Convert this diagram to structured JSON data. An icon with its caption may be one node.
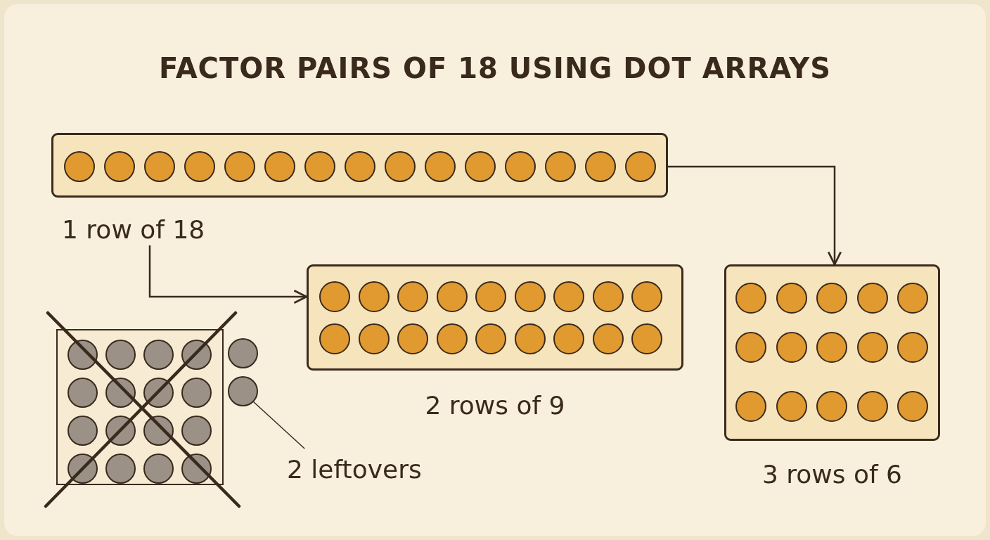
{
  "diagram": {
    "title": "FACTOR PAIRS OF 18 USING DOT ARRAYS",
    "nodes": [
      {
        "text": [
          "1 row of 18"
        ]
      },
      {
        "text": [
          "2 rows of 9"
        ]
      },
      {
        "text": [
          "3 rows of 6"
        ]
      },
      {
        "text": [],
        "shape": "box"
      },
      {
        "text": [
          "2 leftovers"
        ]
      },
      {
        "text": [],
        "shape": "circle"
      },
      {
        "text": [],
        "shape": "circle"
      }
    ],
    "edges": [
      {
        "from": 0,
        "to": 2,
        "arrow": "to"
      },
      {
        "from": 0,
        "to": 1,
        "arrow": "to"
      },
      {
        "from": 4,
        "to": 6,
        "arrow": "none"
      }
    ]
  }
}
